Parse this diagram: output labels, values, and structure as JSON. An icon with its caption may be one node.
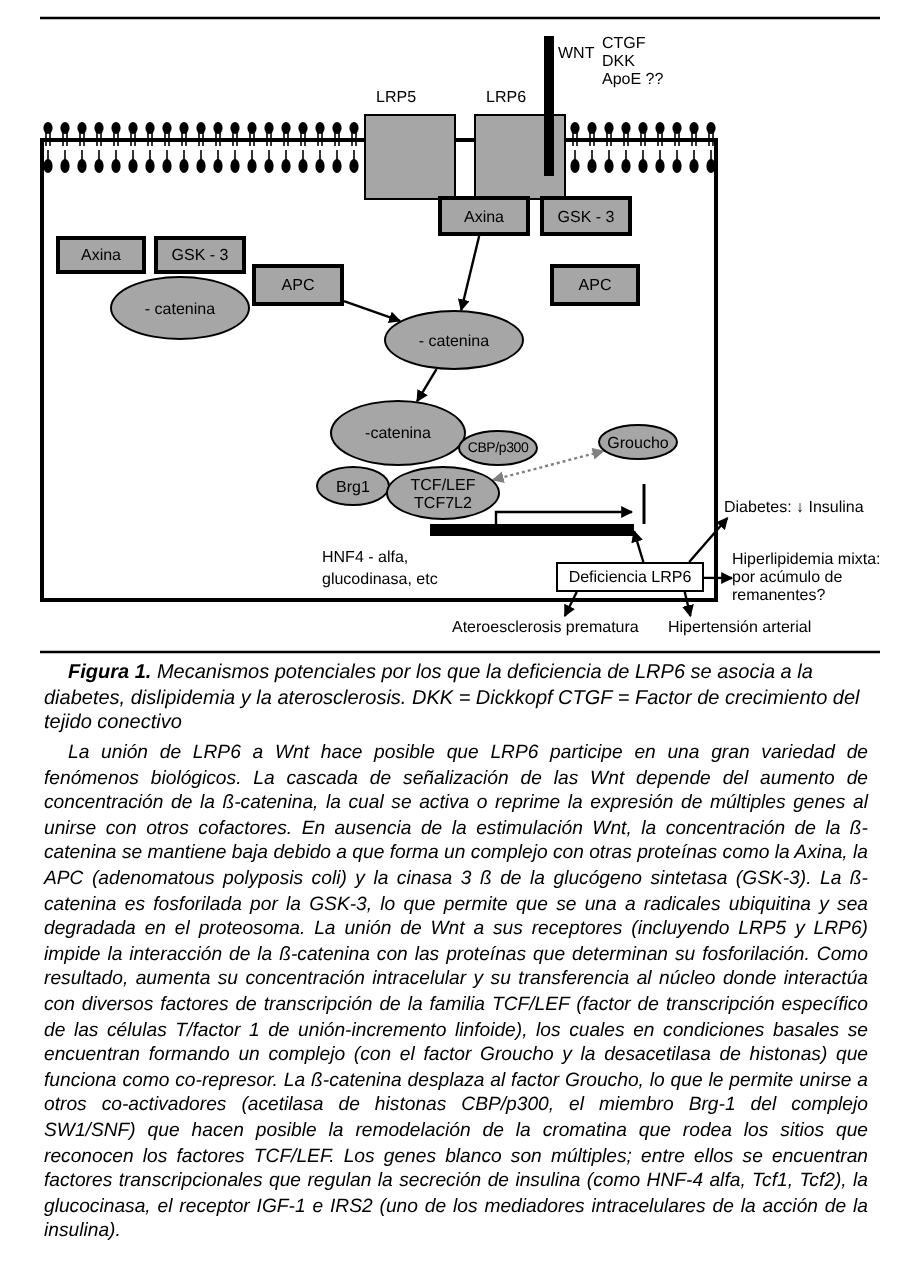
{
  "diagram": {
    "caption": "**Figura 1.** Mecanismos potenciales por los que la deficiencia de LRP6 se asocia a la diabetes, dislipidemia y la aterosclerosis. DKK = Dickkopf CTGF = Factor de crecimiento del tejido conectivo",
    "nodes": [
      {
        "text": [
          "LRP5"
        ]
      },
      {
        "text": [
          "LRP6"
        ]
      },
      {
        "text": [
          "Axina"
        ]
      },
      {
        "text": [
          "GSK - 3"
        ]
      },
      {
        "text": [
          "Axina"
        ]
      },
      {
        "text": [
          "GSK - 3"
        ]
      },
      {
        "text": [
          "APC"
        ]
      },
      {
        "text": [
          "APC"
        ]
      },
      {
        "text": [
          "- catenina"
        ]
      },
      {
        "text": [
          "- catenina"
        ]
      },
      {
        "text": [
          "-catenina"
        ]
      },
      {
        "text": [
          "CBP/p300"
        ]
      },
      {
        "text": [
          "Groucho"
        ]
      },
      {
        "text": [
          "Brg1"
        ]
      },
      {
        "text": [
          "TCF/LEF TCF7L2"
        ]
      },
      {
        "text": [],
        "shape": "bar"
      },
      {
        "text": [
          "Deficiencia LRP6"
        ]
      },
      {
        "text": [
          "Diabetes: ↓ Insulina"
        ]
      },
      {
        "text": [
          "Hiperlipidemia mixta: por acúmulo de remanentes?"
        ]
      },
      {
        "text": [
          "Ateroesclerosis prematura"
        ]
      },
      {
        "text": [
          "Hipertensión arterial"
        ]
      }
    ],
    "edges": [
      {
        "from": 6,
        "to": 9,
        "arrow": "to"
      },
      {
        "from": 2,
        "to": 9,
        "arrow": "to"
      },
      {
        "from": 9,
        "to": 10,
        "arrow": "to"
      },
      {
        "from": 14,
        "to": 12,
        "arrow": "both",
        "style": "dashed",
        "color": "#808080"
      },
      {
        "from": 16,
        "to": 15,
        "arrow": "to"
      },
      {
        "from": 16,
        "to": 17,
        "arrow": "to"
      },
      {
        "from": 16,
        "to": 18,
        "arrow": "to"
      },
      {
        "from": 16,
        "to": 19,
        "arrow": "to"
      },
      {
        "from": 16,
        "to": 20,
        "arrow": "to"
      }
    ],
    "labels": [
      "WNT",
      "CTGF",
      "DKK",
      "ApoE ??",
      "HNF4 - alfa, glucodinasa, etc",
      "La unión de LRP6 a Wnt hace posible que LRP6 participe en una gran variedad de fenómenos biológicos. La cascada de señalización de las Wnt depende del aumento de concentración de la ß-catenina, la cual se activa o reprime la expresión de múltiples genes al unirse con otros cofactores. En ausencia de la estimulación Wnt, la concentración de la ß-catenina se mantiene baja debido a que forma un complejo con otras proteínas como la Axina, la APC (adenomatous polyposis coli) y la cinasa 3 ß de la glucógeno sintetasa (GSK-3). La ß-catenina es fosforilada por la GSK-3, lo que permite que se una a radicales ubiquitina y sea degradada en el proteosoma. La unión de Wnt a sus receptores (incluyendo LRP5 y LRP6) impide la interacción de la ß-catenina con las proteínas que determinan su fosforilación. Como resultado, aumenta su concentración intracelular y su transferencia al núcleo donde interactúa con diversos factores de transcripción de la familia TCF/LEF (factor de transcripción específico de las células T/factor 1 de unión-incremento linfoide), los cuales en condiciones basales se encuentran formando un complejo (con el factor Groucho y la desacetilasa de histonas) que funciona como co-represor. La ß-catenina desplaza al factor Groucho, lo que le permite unirse a otros co-activadores (acetilasa de histonas CBP/p300, el miembro Brg-1 del complejo SW1/SNF) que hacen posible la remodelación de la cromatina que rodea los sitios que reconocen los factores TCF/LEF. Los genes blanco son múltiples; entre ellos se encuentran factores transcripcionales que regulan la secreción de insulina (como HNF-4 alfa, Tcf1, Tcf2), la glucocinasa, el receptor IGF-1 e IRS2 (uno de los mediadores intracelulares de la acción de la insulina)."
    ]
  }
}
